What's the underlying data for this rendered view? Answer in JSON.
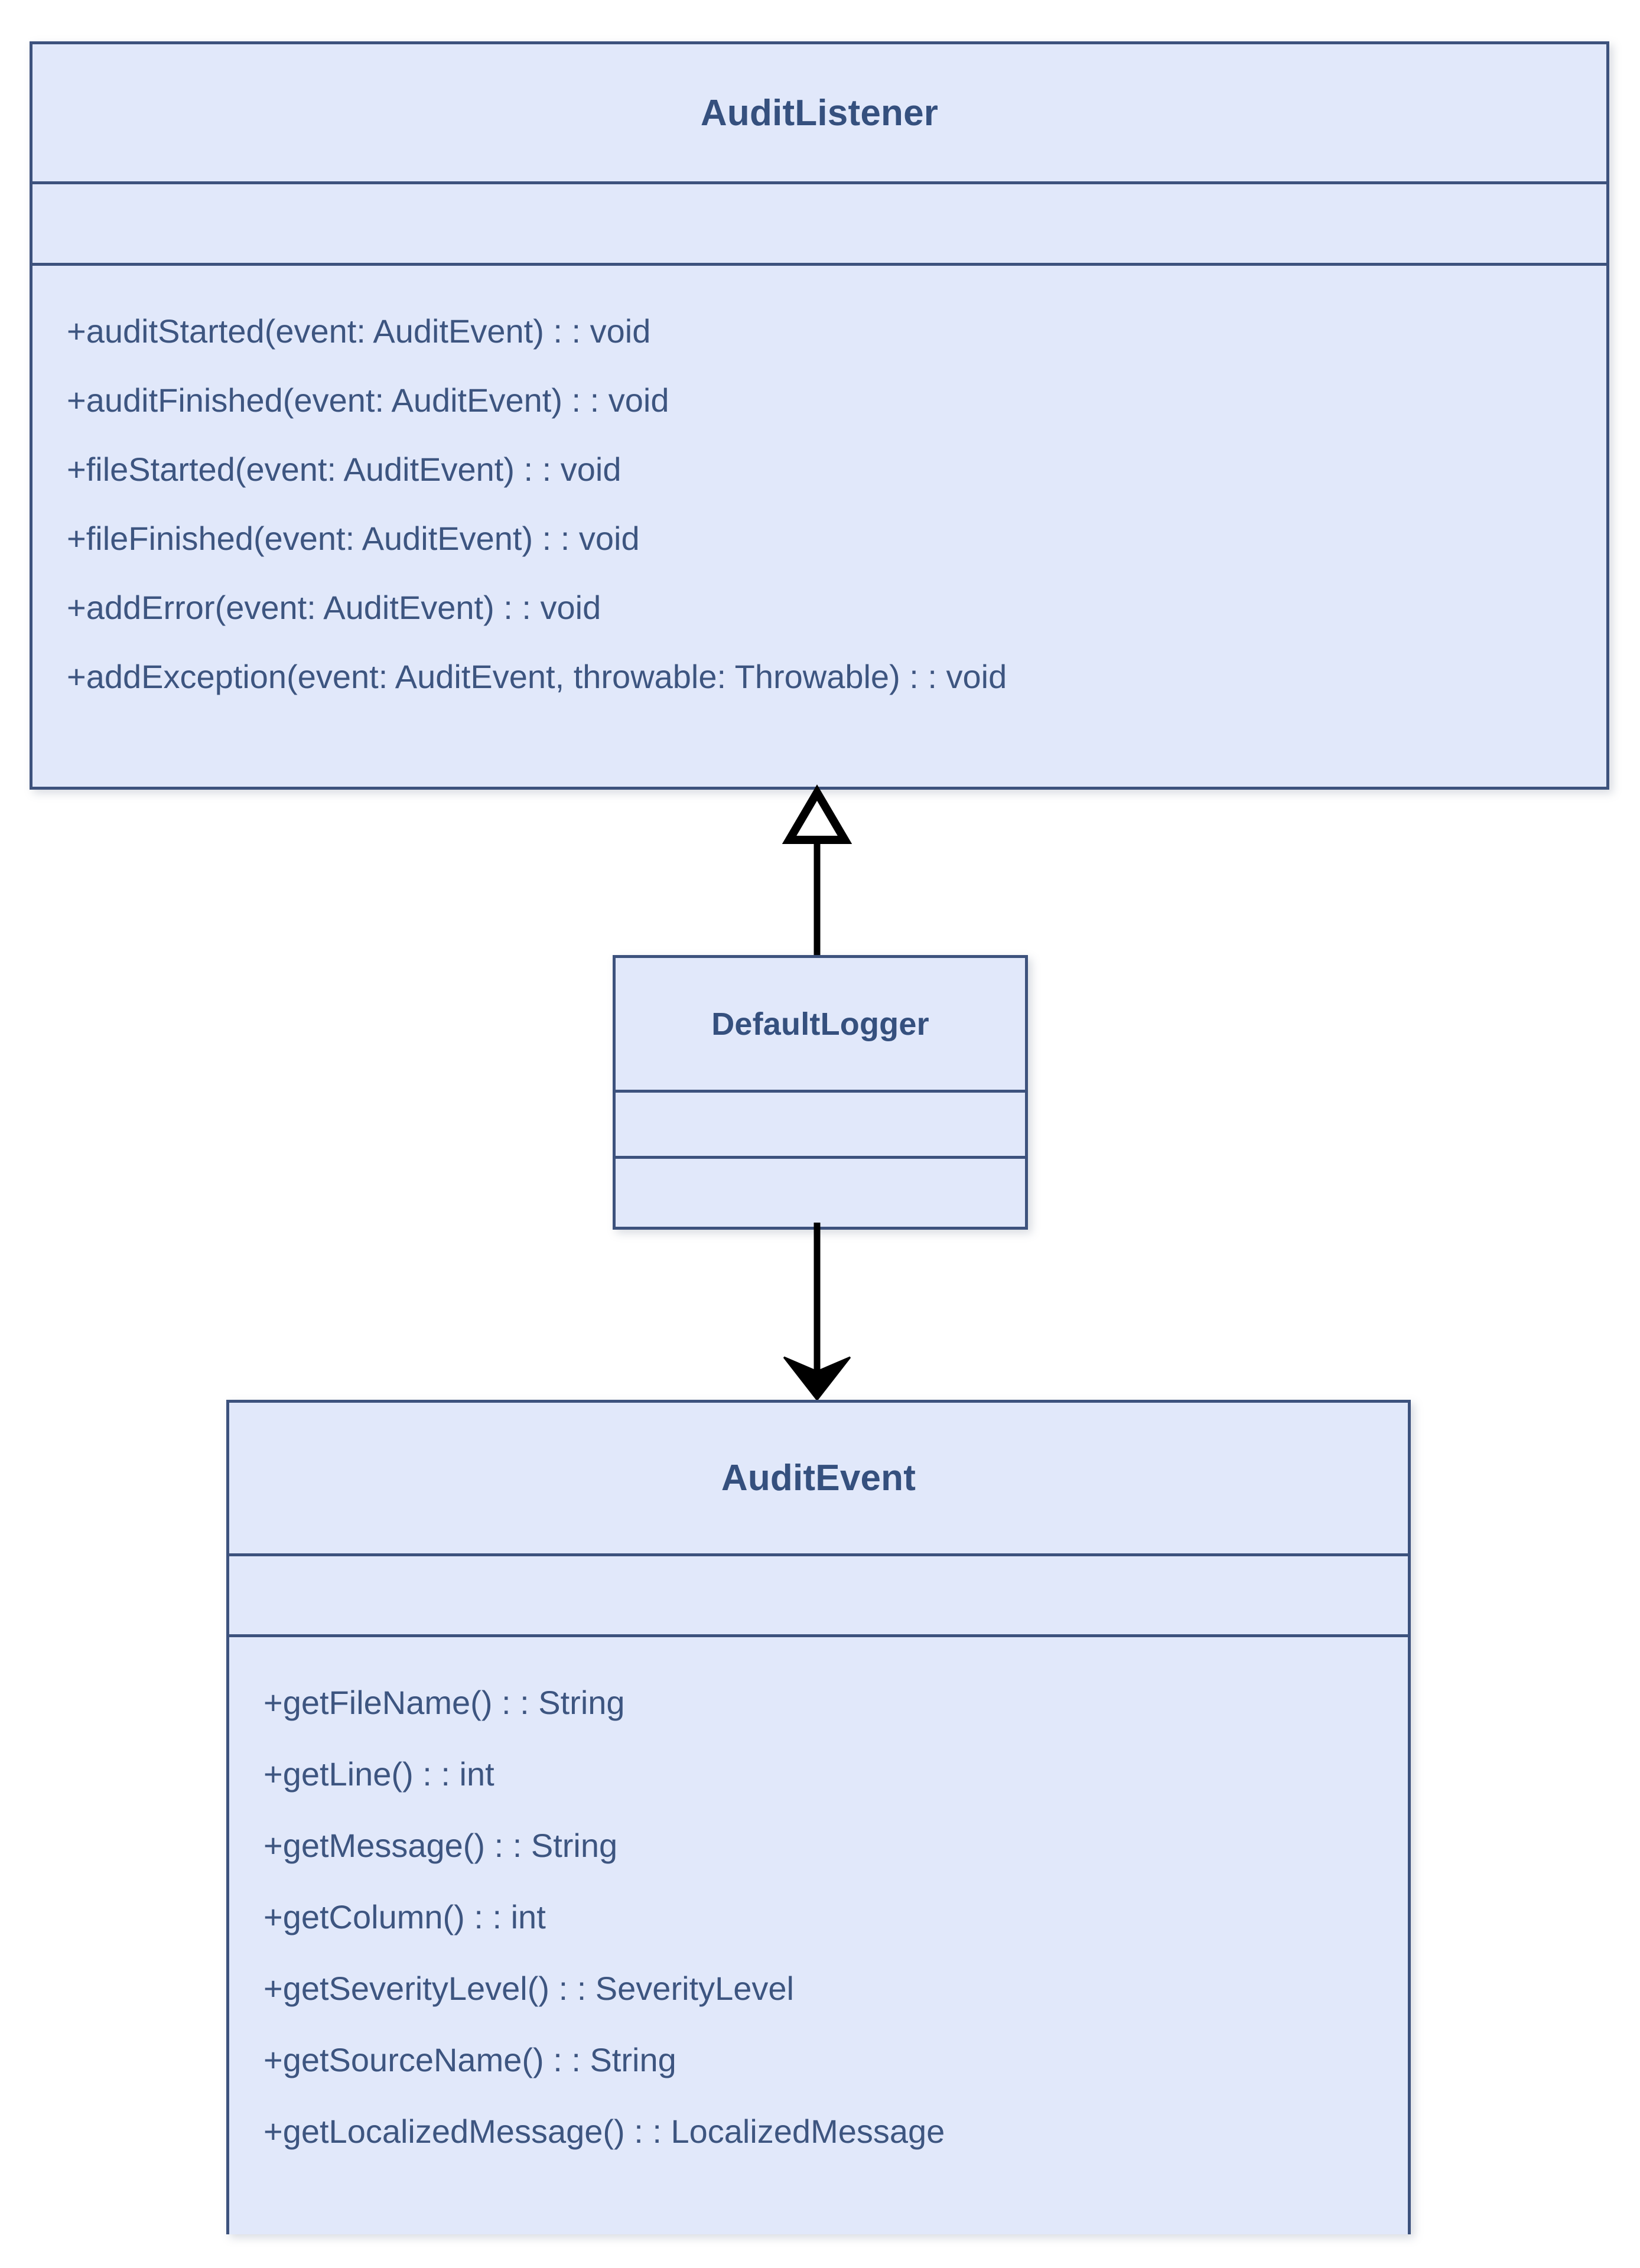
{
  "diagram": {
    "type": "uml-class-diagram",
    "background_color": "#ffffff",
    "box_fill_color": "#e1e8fa",
    "box_border_color": "#3d527d",
    "title_text_color": "#35507e",
    "member_text_color": "#3d5580",
    "connector_color": "#000000"
  },
  "classes": {
    "audit_listener": {
      "name": "AuditListener",
      "attributes": [],
      "methods": [
        "+auditStarted(event: AuditEvent) : : void",
        "+auditFinished(event: AuditEvent) : : void",
        "+fileStarted(event: AuditEvent) : : void",
        "+fileFinished(event: AuditEvent) : : void",
        "+addError(event: AuditEvent) : : void",
        "+addException(event: AuditEvent, throwable: Throwable) : : void"
      ]
    },
    "default_logger": {
      "name": "DefaultLogger",
      "attributes": [],
      "methods": []
    },
    "audit_event": {
      "name": "AuditEvent",
      "attributes": [],
      "methods": [
        "+getFileName() : : String",
        "+getLine() : : int",
        "+getMessage() : : String",
        "+getColumn() : : int",
        "+getSeverityLevel() : : SeverityLevel",
        "+getSourceName() : : String",
        "+getLocalizedMessage() : : LocalizedMessage"
      ]
    }
  },
  "relationships": [
    {
      "id": "generalization",
      "from": "DefaultLogger",
      "to": "AuditListener",
      "kind": "generalization",
      "arrowhead": "hollow-triangle",
      "direction": "up"
    },
    {
      "id": "association",
      "from": "DefaultLogger",
      "to": "AuditEvent",
      "kind": "association",
      "arrowhead": "filled-arrow",
      "direction": "down"
    }
  ]
}
